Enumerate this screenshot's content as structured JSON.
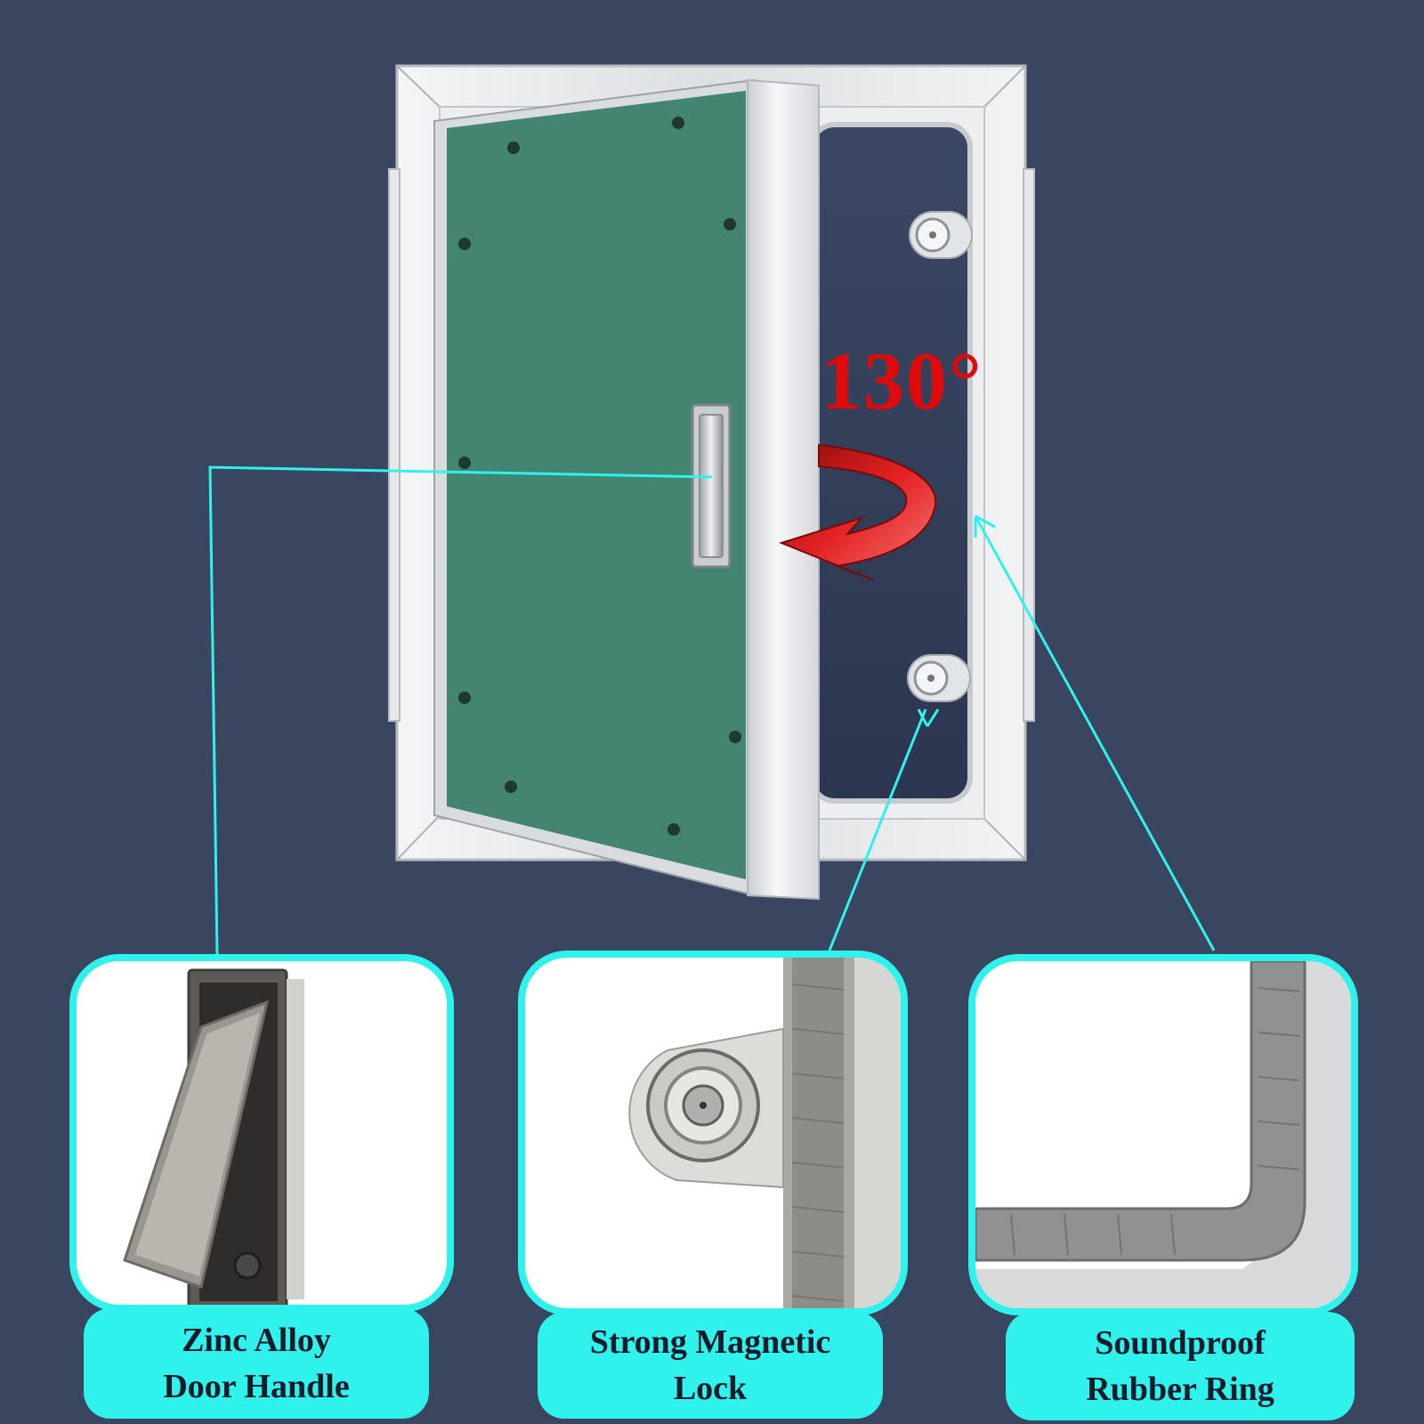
{
  "angle_text": "130°",
  "features": [
    {
      "line1": "Zinc Alloy",
      "line2": "Door Handle"
    },
    {
      "line1": "Strong Magnetic",
      "line2": "Lock"
    },
    {
      "line1": "Soundproof",
      "line2": "Rubber Ring"
    }
  ],
  "colors": {
    "background": "#3a465f",
    "accent": "#2ff2ec",
    "door_panel": "#438570",
    "frame": "#e4e6e8",
    "arrow": "#d01414"
  }
}
